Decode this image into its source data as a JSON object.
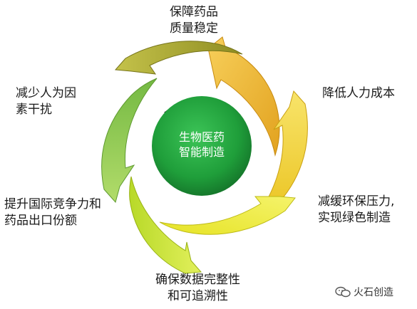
{
  "center": {
    "line1": "生物医药",
    "line2": "智能制造"
  },
  "outcomes": {
    "top": {
      "line1": "保障药品",
      "line2": "质量稳定"
    },
    "right_top": {
      "line1": "降低人力成本"
    },
    "right_bottom": {
      "line1": "减缓环保压力,",
      "line2": "实现绿色制造"
    },
    "bottom": {
      "line1": "确保数据完整性",
      "line2": "和可追溯性"
    },
    "left_bottom": {
      "line1": "提升国际竞争力和",
      "line2": "药品出口份额"
    },
    "left_top": {
      "line1": "减少人为因",
      "line2": "素干扰"
    }
  },
  "watermark": {
    "text": "火石创造",
    "icon": "wechat-icon"
  },
  "colors": {
    "center_sphere": "#1f9e3a",
    "arrows": [
      "#e8ad2a",
      "#f2d22a",
      "#eef032",
      "#c5e23a",
      "#8ec85a",
      "#a6a832"
    ]
  }
}
